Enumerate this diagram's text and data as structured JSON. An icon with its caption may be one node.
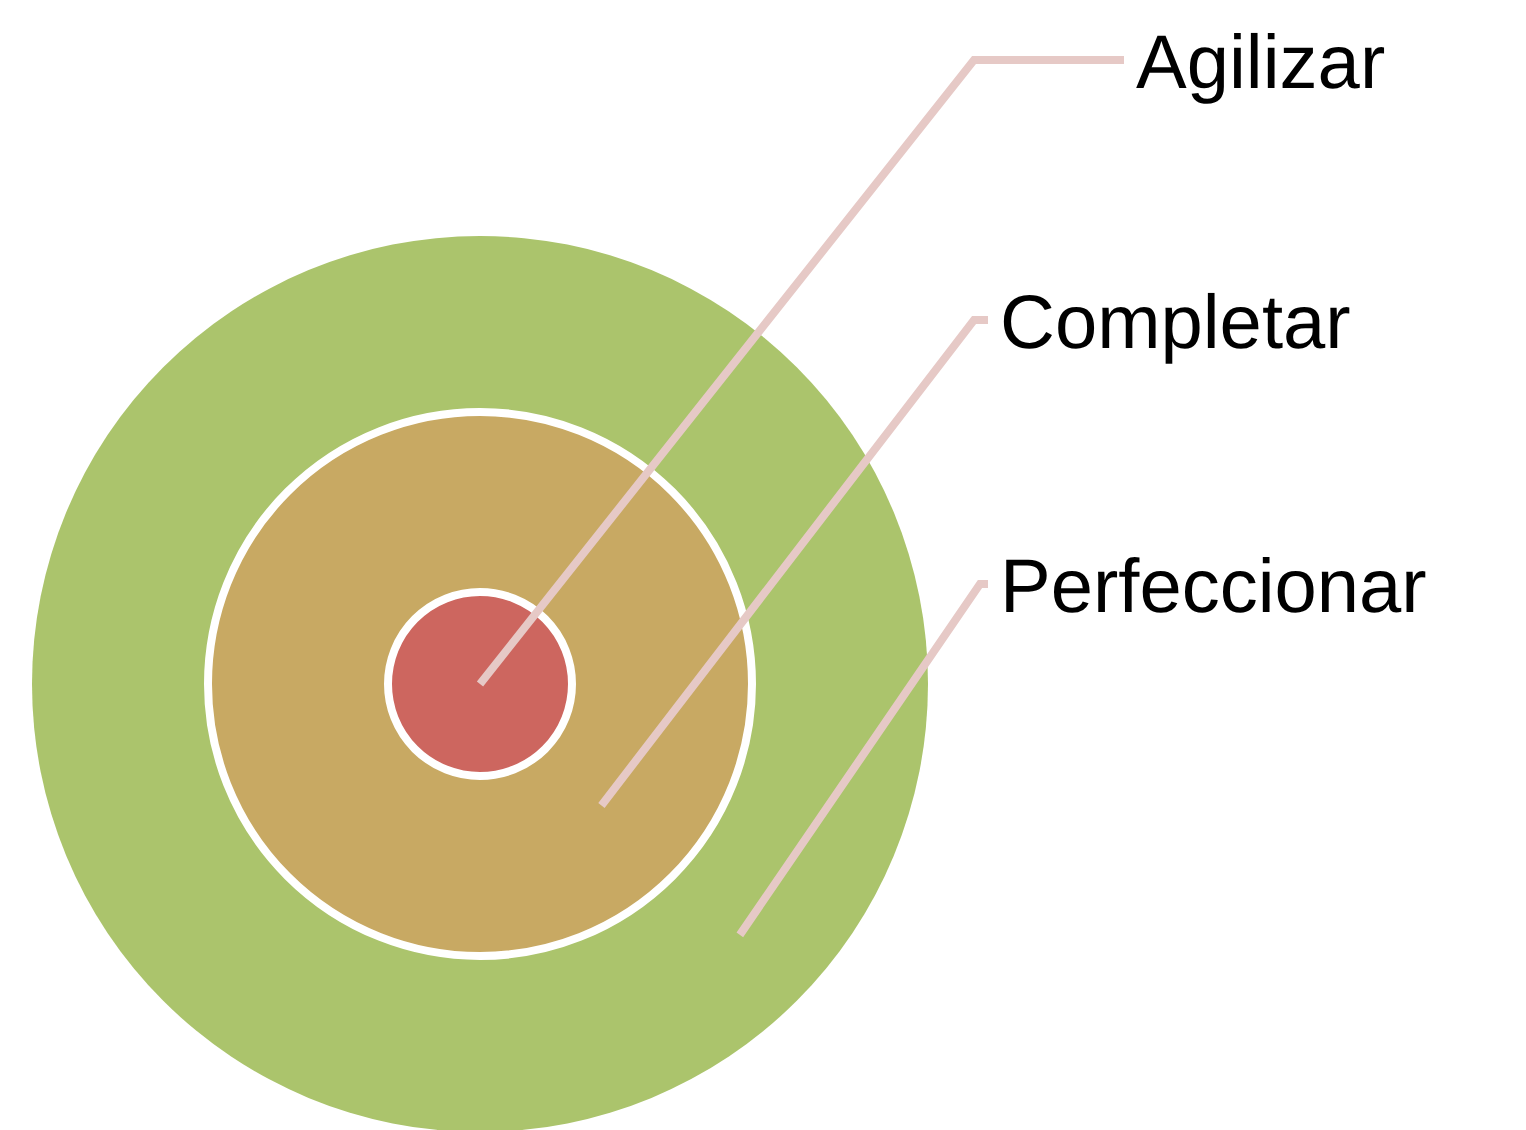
{
  "diagram": {
    "nodes": [
      {
        "text": [
          "Agilizar"
        ]
      },
      {
        "text": [
          "Completar"
        ]
      },
      {
        "text": [
          "Perfeccionar"
        ]
      },
      {
        "text": [],
        "shape": "circle"
      },
      {
        "text": [],
        "shape": "circle",
        "in": 3
      },
      {
        "text": [],
        "shape": "circle",
        "in": 4
      }
    ],
    "edges": [
      {
        "from": 0,
        "to": 5,
        "arrow": "none"
      },
      {
        "from": 1,
        "to": 4,
        "arrow": "none"
      },
      {
        "from": 2,
        "to": 3,
        "arrow": "none"
      }
    ]
  }
}
